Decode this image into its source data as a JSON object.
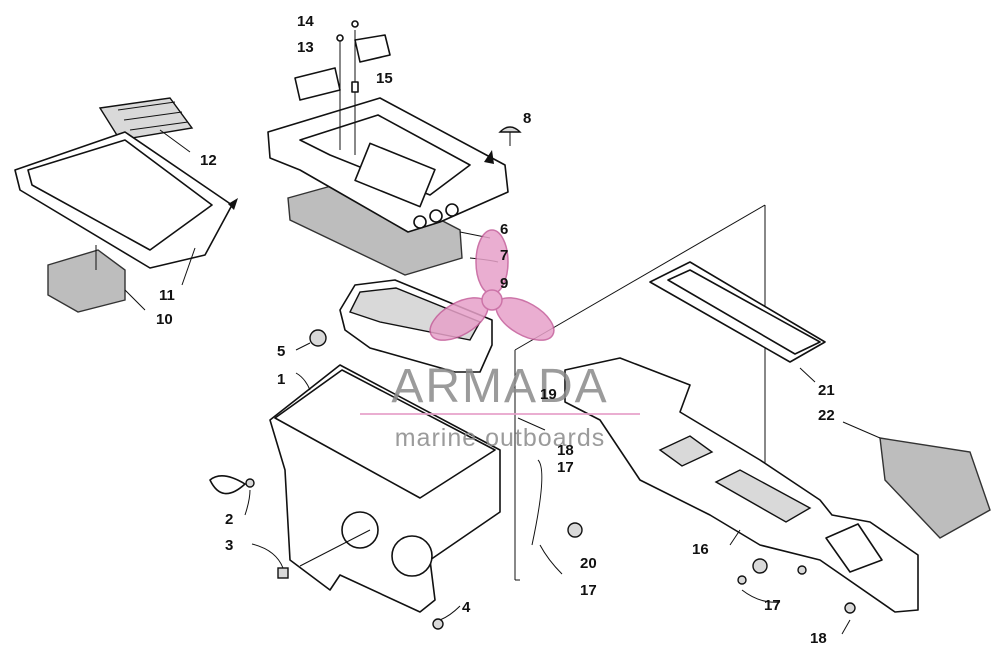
{
  "watermark": {
    "brand": "ARMADA",
    "tagline": "marine outboards",
    "color": "#e7a1c9"
  },
  "callouts": [
    {
      "id": "c14",
      "label": "14"
    },
    {
      "id": "c13",
      "label": "13"
    },
    {
      "id": "c15",
      "label": "15"
    },
    {
      "id": "c8",
      "label": "8"
    },
    {
      "id": "c12",
      "label": "12"
    },
    {
      "id": "c6",
      "label": "6"
    },
    {
      "id": "c7",
      "label": "7"
    },
    {
      "id": "c9",
      "label": "9"
    },
    {
      "id": "c11",
      "label": "11"
    },
    {
      "id": "c10",
      "label": "10"
    },
    {
      "id": "c5",
      "label": "5"
    },
    {
      "id": "c1",
      "label": "1"
    },
    {
      "id": "c19",
      "label": "19"
    },
    {
      "id": "c18a",
      "label": "18"
    },
    {
      "id": "c17a",
      "label": "17"
    },
    {
      "id": "c21",
      "label": "21"
    },
    {
      "id": "c22",
      "label": "22"
    },
    {
      "id": "c2",
      "label": "2"
    },
    {
      "id": "c3",
      "label": "3"
    },
    {
      "id": "c16",
      "label": "16"
    },
    {
      "id": "c20",
      "label": "20"
    },
    {
      "id": "c17b",
      "label": "17"
    },
    {
      "id": "c4",
      "label": "4"
    },
    {
      "id": "c17c",
      "label": "17"
    },
    {
      "id": "c18b",
      "label": "18"
    }
  ]
}
